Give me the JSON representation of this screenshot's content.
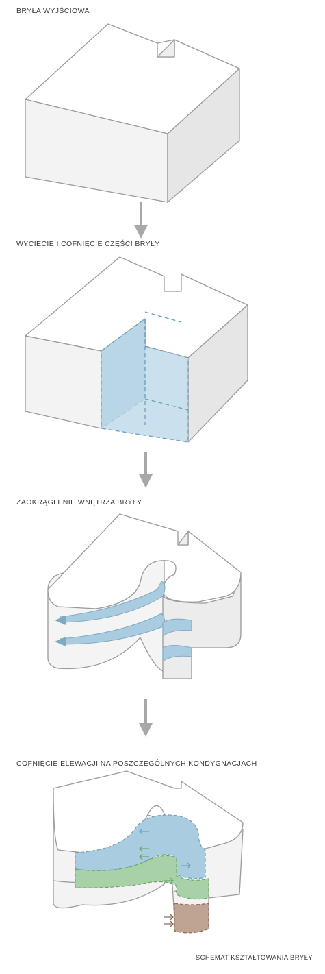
{
  "steps": [
    {
      "label": "BRYŁA WYJŚCIOWA"
    },
    {
      "label": "WYCIĘCIE I COFNIĘCIE CZĘŚCI BRYŁY"
    },
    {
      "label": "ZAOKRĄGLENIE WNĘTRZA BRYŁY"
    },
    {
      "label": "COFNIĘCIE ELEWACJI  NA POSZCZEGÓLNYCH KONDYGNACJACH"
    }
  ],
  "footer": {
    "caption": "SCHEMAT KSZTAŁTOWANIA BRYŁY"
  },
  "colors": {
    "outline": "#9a9a9a",
    "face_top": "#ffffff",
    "face_left": "#f3f3f3",
    "face_right": "#e8e8e8",
    "arrow": "#a8a8a8",
    "blue": "#a9cce0",
    "blue_stroke": "#6d9fbd",
    "green": "#a8d1a8",
    "green_stroke": "#6aa46a",
    "brown": "#bfa393",
    "brown_stroke": "#8a6a58"
  }
}
